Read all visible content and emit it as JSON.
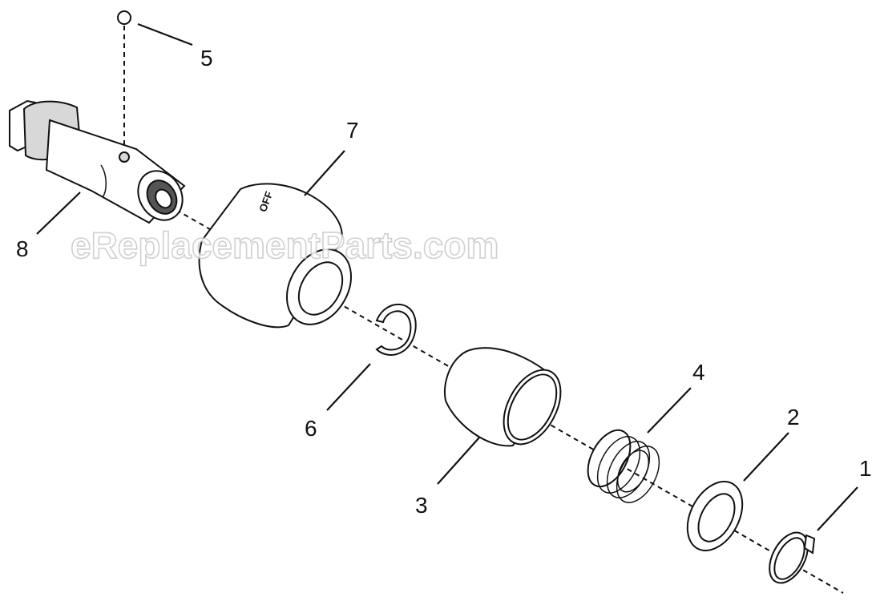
{
  "watermark": "eReplacementParts.com",
  "part_marking": "OFF",
  "callouts": [
    "1",
    "2",
    "3",
    "4",
    "5",
    "6",
    "7",
    "8"
  ]
}
